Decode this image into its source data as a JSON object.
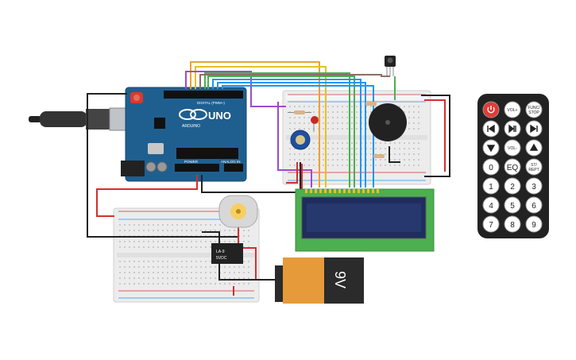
{
  "arduino": {
    "brand": "ARDUINO",
    "model": "UNO",
    "digital_label": "DIGITAL (PWM~)",
    "power_label": "POWER",
    "analog_label": "ANALOG IN",
    "color": "#1f5f8f"
  },
  "battery": {
    "label": "9V",
    "body_color": "#e69a3a",
    "cap_color": "#2b2b2b"
  },
  "relay": {
    "label_line1": "LA-9",
    "label_line2": "5VDC"
  },
  "remote": {
    "buttons": [
      {
        "label": "",
        "icon": "power-icon",
        "color": "#e53935"
      },
      {
        "label": "VOL+"
      },
      {
        "label": "FUNC/\nSTOP"
      },
      {
        "label": "",
        "icon": "skip-back-icon"
      },
      {
        "label": "",
        "icon": "play-pause-icon"
      },
      {
        "label": "",
        "icon": "skip-forward-icon"
      },
      {
        "label": "",
        "icon": "down-arrow-icon"
      },
      {
        "label": "VOL-"
      },
      {
        "label": "",
        "icon": "up-arrow-icon"
      },
      {
        "label": "0"
      },
      {
        "label": "EQ"
      },
      {
        "label": "ST/\nREPT"
      },
      {
        "label": "1"
      },
      {
        "label": "2"
      },
      {
        "label": "3"
      },
      {
        "label": "4"
      },
      {
        "label": "5"
      },
      {
        "label": "6"
      },
      {
        "label": "7"
      },
      {
        "label": "8"
      },
      {
        "label": "9"
      }
    ]
  },
  "colors": {
    "wire_red": "#d32f2f",
    "wire_black": "#222222",
    "wire_orange": "#f0a030",
    "wire_yellow": "#e8c020",
    "wire_green": "#4caf50",
    "wire_blue": "#2196f3",
    "wire_purple": "#9c4ccf",
    "wire_brown": "#8d6e63",
    "lcd_green": "#4caf50",
    "lcd_screen": "#1f2d5c"
  }
}
